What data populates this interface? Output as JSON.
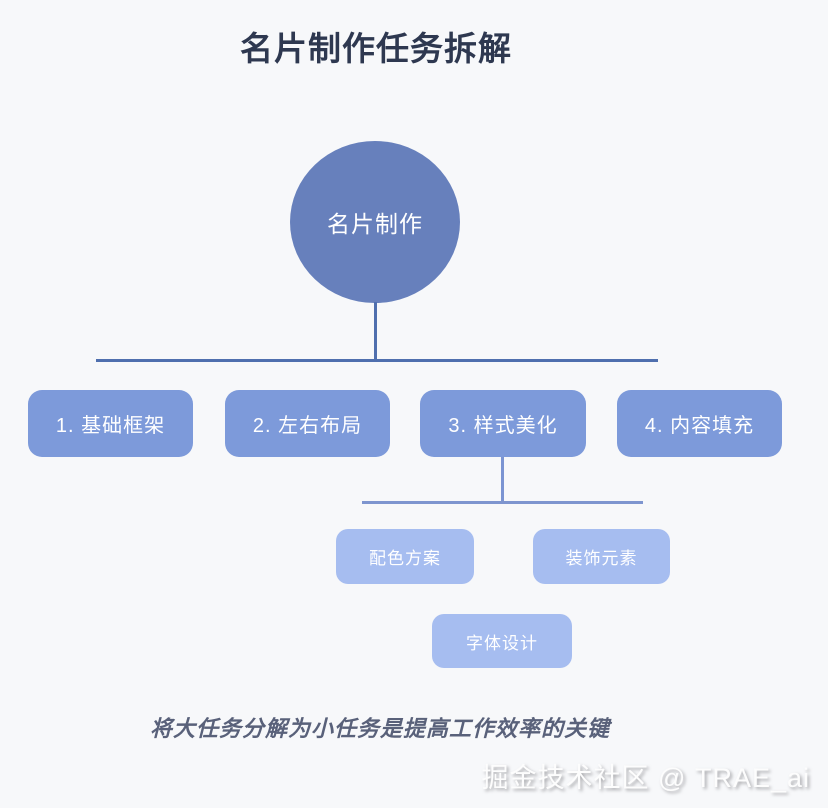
{
  "page": {
    "title": "名片制作任务拆解",
    "footer_note": "将大任务分解为小任务是提高工作效率的关键",
    "watermark": "掘金技术社区 @ TRAE_ai"
  },
  "diagram": {
    "type": "tree",
    "root": {
      "label": "名片制作",
      "shape": "circle"
    },
    "level1": [
      {
        "label": "1. 基础框架"
      },
      {
        "label": "2. 左右布局"
      },
      {
        "label": "3. 样式美化"
      },
      {
        "label": "4. 内容填充"
      }
    ],
    "level2_parent": "3. 样式美化",
    "level2": [
      {
        "label": "配色方案"
      },
      {
        "label": "装饰元素"
      },
      {
        "label": "字体设计"
      }
    ],
    "colors": {
      "background": "#f7f8fa",
      "root_fill": "#6780bc",
      "level1_fill": "#7d9ada",
      "level2_fill": "#a6bdf0",
      "connector_level1": "#4f6fae",
      "connector_level2": "#7e95cf",
      "title_text": "#2e3850",
      "node_text": "#ffffff",
      "footer_text": "#59617a"
    }
  }
}
